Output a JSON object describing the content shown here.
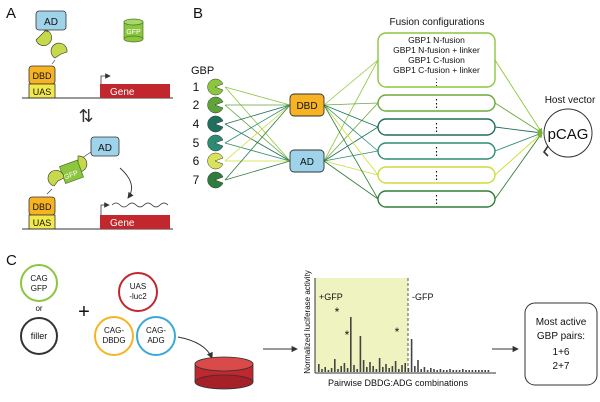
{
  "panels": {
    "a": "A",
    "b": "B",
    "c": "C"
  },
  "panel_a": {
    "ad": "AD",
    "gfp": "GFP",
    "dbd": "DBD",
    "uas": "UAS",
    "gene": "Gene",
    "arrows": "⇅"
  },
  "panel_b": {
    "gbp_header": "GBP",
    "gbp_numbers": [
      "1",
      "2",
      "4",
      "5",
      "6",
      "7"
    ],
    "dbd": "DBD",
    "ad": "AD",
    "fusion_title": "Fusion configurations",
    "fusion_lines": [
      "GBP1 N-fusion",
      "GBP1 N-fusion + linker",
      "GBP1 C-fusion",
      "GBP1 C-fusion + linker"
    ],
    "ellipsis": "⋮",
    "host_vector_label": "Host vector",
    "host_vector": "pCAG"
  },
  "panel_c": {
    "plasmid_gfp": [
      "CAG",
      "GFP"
    ],
    "or": "or",
    "filler": "filler",
    "plus": "+",
    "uas_luc": [
      "UAS",
      "-luc2"
    ],
    "cag_dbdg": [
      "CAG-",
      "DBDG"
    ],
    "cag_adg": [
      "CAG-",
      "ADG"
    ],
    "y_label": "Normalized luciferase activity",
    "x_label": "Pairwise DBDG:ADG combinations",
    "plus_gfp": "+GFP",
    "minus_gfp": "-GFP",
    "star": "*",
    "result": [
      "Most active",
      "GBP pairs:",
      "1+6",
      "2+7"
    ]
  },
  "colors": {
    "ad": "#9fd3ea",
    "gfp": "#8cc63f",
    "dbd": "#f7b324",
    "uas": "#f4e94b",
    "gene": "#c1272d",
    "plot_bg": "#eef3c0"
  }
}
